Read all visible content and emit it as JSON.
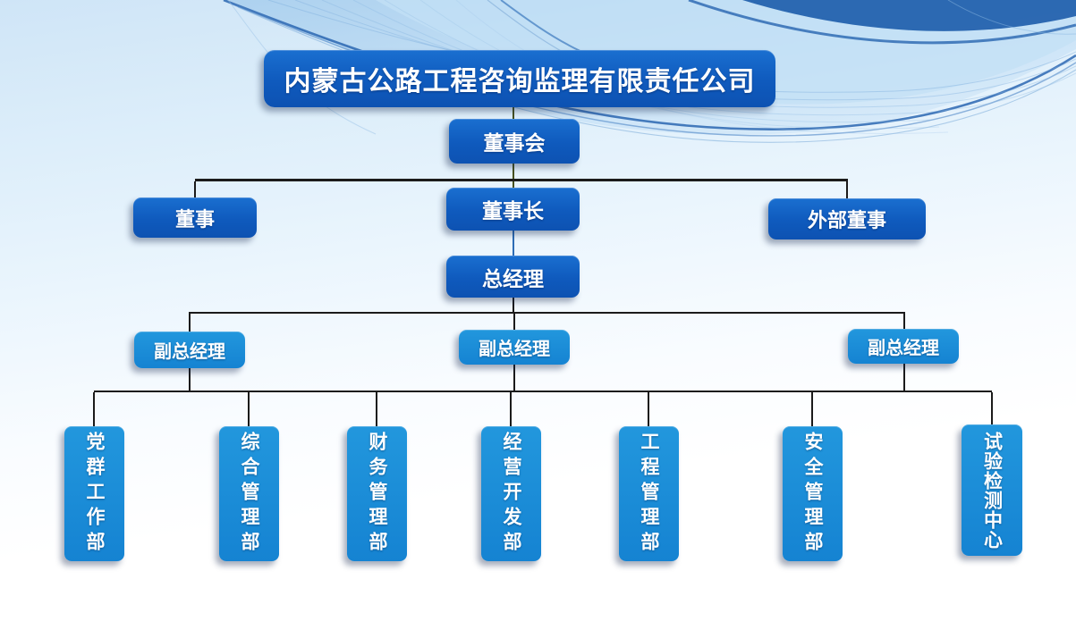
{
  "colors": {
    "box_dark_blue": "#1161c4",
    "box_light_blue": "#1b8ed9",
    "connector_black": "#1b1b1b",
    "connector_olive": "#47511f",
    "connector_steel_blue": "#2e6db5",
    "text_white": "#ffffff"
  },
  "org": {
    "company": {
      "label": "内蒙古公路工程咨询监理有限责任公司"
    },
    "board": {
      "label": "董事会"
    },
    "row_board": [
      {
        "label": "董事"
      },
      {
        "label": "董事长"
      },
      {
        "label": "外部董事"
      }
    ],
    "general_manager": {
      "label": "总经理"
    },
    "deputies": [
      {
        "label": "副总经理"
      },
      {
        "label": "副总经理"
      },
      {
        "label": "副总经理"
      }
    ],
    "departments": [
      {
        "label": "党群工作部"
      },
      {
        "label": "综合管理部"
      },
      {
        "label": "财务管理部"
      },
      {
        "label": "经营开发部"
      },
      {
        "label": "工程管理部"
      },
      {
        "label": "安全管理部"
      },
      {
        "label": "试验检测中心"
      }
    ]
  }
}
